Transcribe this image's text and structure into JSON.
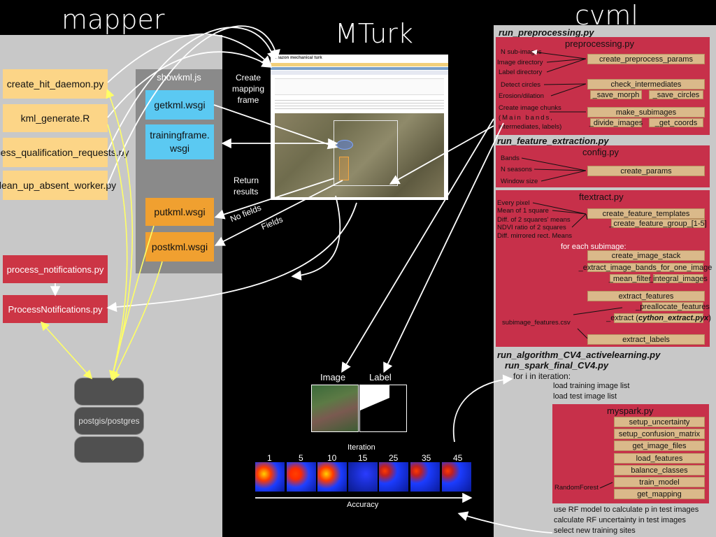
{
  "titles": {
    "mapper": "mapper",
    "mturk": "MTurk",
    "cvml": "cvml"
  },
  "mapper": {
    "items": [
      "create_hit_daemon.py",
      "kml_generate.R",
      "process_qualification_requests.py",
      "clean_up_absent_worker.py"
    ],
    "notif": [
      "process_notifications.py",
      "ProcessNotifications.py"
    ],
    "db": "postgis/postgres"
  },
  "showkml": {
    "title": "showkml.js",
    "getkml": "getkml.wsgi",
    "trainingframe": "trainingframe.\nwsgi",
    "putkml": "putkml.wsgi",
    "postkml": "postkml.wsgi"
  },
  "flow": {
    "create": "Create\nmapping\nframe",
    "return": "Return\nresults",
    "nofields": "No fields",
    "fields": "Fields"
  },
  "mturk_page": {
    "logo": "amazon mechanical turk"
  },
  "imglabel": {
    "image": "Image",
    "label": "Label"
  },
  "iteration": {
    "title": "Iteration",
    "nums": [
      "1",
      "5",
      "10",
      "15",
      "25",
      "35",
      "45"
    ],
    "accuracy": "Accuracy"
  },
  "cvml": {
    "s1": "run_preprocessing.py",
    "pre_title": "preprocessing.py",
    "pre_items": [
      "N sub-images",
      "Image directory",
      "Label directory",
      "Detect circles",
      "Erosion/dilation",
      "Create image chunks",
      "(Main bands,",
      "intermediates, labels)"
    ],
    "pre_fns": [
      "create_preprocess_params",
      "check_intermediates",
      "_save_morph",
      "_save_circles",
      "make_subimages",
      "_divide_images",
      "_get_coords"
    ],
    "s2": "run_feature_extraction.py",
    "cfg_title": "config.py",
    "cfg_items": [
      "Bands",
      "N seasons",
      "Window size"
    ],
    "cfg_fn": "create_params",
    "ft_title": "ftextract.py",
    "ft_items": [
      "Every pixel",
      "Mean of 1 square",
      "Diff. of 2 squares' means",
      "NDVI ratio of 2 squares",
      "Diff. mirrored rect. Means"
    ],
    "ft_fns": [
      "create_feature_templates",
      "_create_feature_group_[1-5]"
    ],
    "foreach": "for each subimage:",
    "stack_fns": [
      "create_image_stack",
      "_extract_image_bands_for_one_image",
      "_mean_filter",
      "_integral_images"
    ],
    "extract_fns": [
      "extract_features",
      "_preallocate_features"
    ],
    "extract_call": "_extract (",
    "extract_pyx": "cython_extract.pyx",
    "extract_close": ")",
    "csv": "subimage_features.csv",
    "labels_fn": "extract_labels",
    "s3a": "run_algorithm_CV4_activelearning.py",
    "s3b": "run_spark_final_CV4.py",
    "loop": [
      "for i in iteration:",
      "load training image list",
      "load test image list"
    ],
    "spark_title": "myspark.py",
    "spark_fns": [
      "setup_uncertainty",
      "setup_confusion_matrix",
      "get_image_files",
      "load_features",
      "balance_classes",
      "train_model",
      "get_mapping"
    ],
    "rf": "RandomForest",
    "final": [
      "use RF model to calculate p in test images",
      "calculate RF uncertainty in test images",
      "select new training sites"
    ]
  },
  "colors": {
    "orange": "#fcd587",
    "red": "#cc3545",
    "blue": "#5bc9f2",
    "amber": "#f0a030",
    "tan": "#dab98a",
    "gray": "#c8c8c8"
  }
}
